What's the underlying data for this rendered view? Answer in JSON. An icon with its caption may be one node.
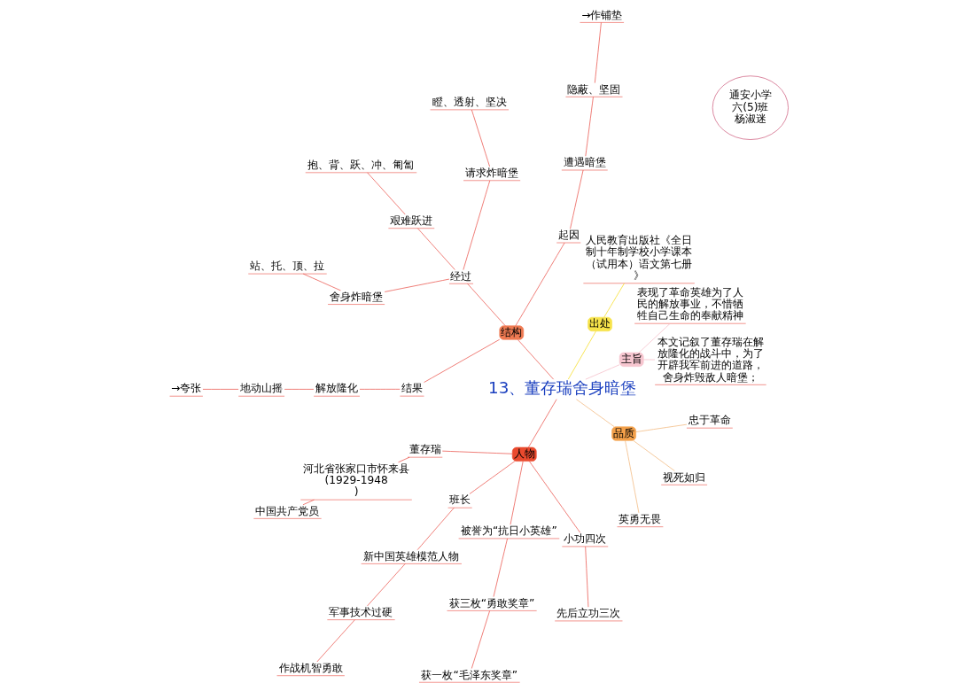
{
  "diagram": {
    "nodes": [
      {
        "text": [
          "13、董存瑞舍身暗堡"
        ]
      },
      {
        "text": [
          "人物"
        ]
      },
      {
        "text": [
          "董存瑞"
        ]
      },
      {
        "text": [
          "河北省张家口市怀来县(1929-1948)"
        ]
      },
      {
        "text": [
          "中国共产党员"
        ]
      },
      {
        "text": [
          "班长"
        ]
      },
      {
        "text": [
          "新中国英雄模范人物"
        ]
      },
      {
        "text": [
          "军事技术过硬"
        ]
      },
      {
        "text": [
          "作战机智勇敢"
        ]
      },
      {
        "text": [
          "被誉为“抗日小英雄”"
        ]
      },
      {
        "text": [
          "获三枚“勇敢奖章”"
        ]
      },
      {
        "text": [
          "获一枚“毛泽东奖章”"
        ]
      },
      {
        "text": [
          "小功四次"
        ]
      },
      {
        "text": [
          "先后立功三次"
        ]
      },
      {
        "text": [
          "品质"
        ]
      },
      {
        "text": [
          "英勇无畏"
        ]
      },
      {
        "text": [
          "视死如归"
        ]
      },
      {
        "text": [
          "忠于革命"
        ]
      },
      {
        "text": [
          "通安小学",
          "六(5)班",
          "杨淑迷"
        ]
      },
      {
        "text": [
          "主旨"
        ]
      },
      {
        "text": [
          "本文记叙了董存瑞在解放隆化的战斗中，为了开辟我军前进的道路，舍身炸毁敌人暗堡；"
        ]
      },
      {
        "text": [
          "表现了革命英雄为了人民的解放事业，不惜牺牲自己生命的奉献精神"
        ]
      },
      {
        "text": [
          "出处"
        ]
      },
      {
        "text": [
          "人民教育出版社《全日制十年制学校小学课本（试用本）语文第七册》"
        ]
      },
      {
        "text": [
          "结构"
        ]
      },
      {
        "text": [
          "起因"
        ]
      },
      {
        "text": [
          "遭遇暗堡"
        ]
      },
      {
        "text": [
          "隐蔽、坚固"
        ]
      },
      {
        "text": [
          "→作铺垫"
        ]
      },
      {
        "text": [
          "经过"
        ]
      },
      {
        "text": [
          "请求炸暗堡"
        ]
      },
      {
        "text": [
          "瞪、透射、坚决"
        ]
      },
      {
        "text": [
          "艰难跃进"
        ]
      },
      {
        "text": [
          "抱、背、跃、冲、匍匐"
        ]
      },
      {
        "text": [
          "舍身炸暗堡"
        ]
      },
      {
        "text": [
          "站、托、顶、拉"
        ]
      },
      {
        "text": [
          "结果"
        ]
      },
      {
        "text": [
          "解放隆化"
        ]
      },
      {
        "text": [
          "地动山摇"
        ]
      },
      {
        "text": [
          "→夸张"
        ]
      }
    ],
    "edges": [
      {
        "from": 0,
        "to": 1,
        "arrow": "none"
      },
      {
        "from": 1,
        "to": 2,
        "arrow": "none"
      },
      {
        "from": 2,
        "to": 3,
        "arrow": "none"
      },
      {
        "from": 3,
        "to": 4,
        "arrow": "none"
      },
      {
        "from": 1,
        "to": 5,
        "arrow": "none"
      },
      {
        "from": 5,
        "to": 6,
        "arrow": "none"
      },
      {
        "from": 6,
        "to": 7,
        "arrow": "none"
      },
      {
        "from": 7,
        "to": 8,
        "arrow": "none"
      },
      {
        "from": 1,
        "to": 9,
        "arrow": "none"
      },
      {
        "from": 9,
        "to": 10,
        "arrow": "none"
      },
      {
        "from": 10,
        "to": 11,
        "arrow": "none"
      },
      {
        "from": 1,
        "to": 12,
        "arrow": "none"
      },
      {
        "from": 12,
        "to": 13,
        "arrow": "none"
      },
      {
        "from": 0,
        "to": 14,
        "arrow": "none",
        "color": "#f0b070"
      },
      {
        "from": 14,
        "to": 15,
        "arrow": "none",
        "color": "#f0b070"
      },
      {
        "from": 14,
        "to": 16,
        "arrow": "none",
        "color": "#f0b070"
      },
      {
        "from": 14,
        "to": 17,
        "arrow": "none",
        "color": "#f0b070"
      },
      {
        "from": 0,
        "to": 19,
        "arrow": "none",
        "color": "#f4b6c2"
      },
      {
        "from": 19,
        "to": 20,
        "arrow": "none",
        "color": "#f4b6c2"
      },
      {
        "from": 19,
        "to": 21,
        "arrow": "none",
        "color": "#f4b6c2"
      },
      {
        "from": 0,
        "to": 22,
        "arrow": "none",
        "color": "#f5d90a"
      },
      {
        "from": 22,
        "to": 23,
        "arrow": "none",
        "color": "#f5d90a"
      },
      {
        "from": 0,
        "to": 24,
        "arrow": "none"
      },
      {
        "from": 24,
        "to": 25,
        "arrow": "none"
      },
      {
        "from": 25,
        "to": 26,
        "arrow": "none"
      },
      {
        "from": 26,
        "to": 27,
        "arrow": "none"
      },
      {
        "from": 27,
        "to": 28,
        "arrow": "none"
      },
      {
        "from": 24,
        "to": 29,
        "arrow": "none"
      },
      {
        "from": 29,
        "to": 30,
        "arrow": "none"
      },
      {
        "from": 30,
        "to": 31,
        "arrow": "none"
      },
      {
        "from": 29,
        "to": 32,
        "arrow": "none"
      },
      {
        "from": 32,
        "to": 33,
        "arrow": "none"
      },
      {
        "from": 29,
        "to": 34,
        "arrow": "none"
      },
      {
        "from": 34,
        "to": 35,
        "arrow": "none"
      },
      {
        "from": 24,
        "to": 36,
        "arrow": "none"
      },
      {
        "from": 36,
        "to": 37,
        "arrow": "none"
      },
      {
        "from": 37,
        "to": 38,
        "arrow": "none"
      },
      {
        "from": 38,
        "to": 39,
        "arrow": "none"
      }
    ]
  }
}
